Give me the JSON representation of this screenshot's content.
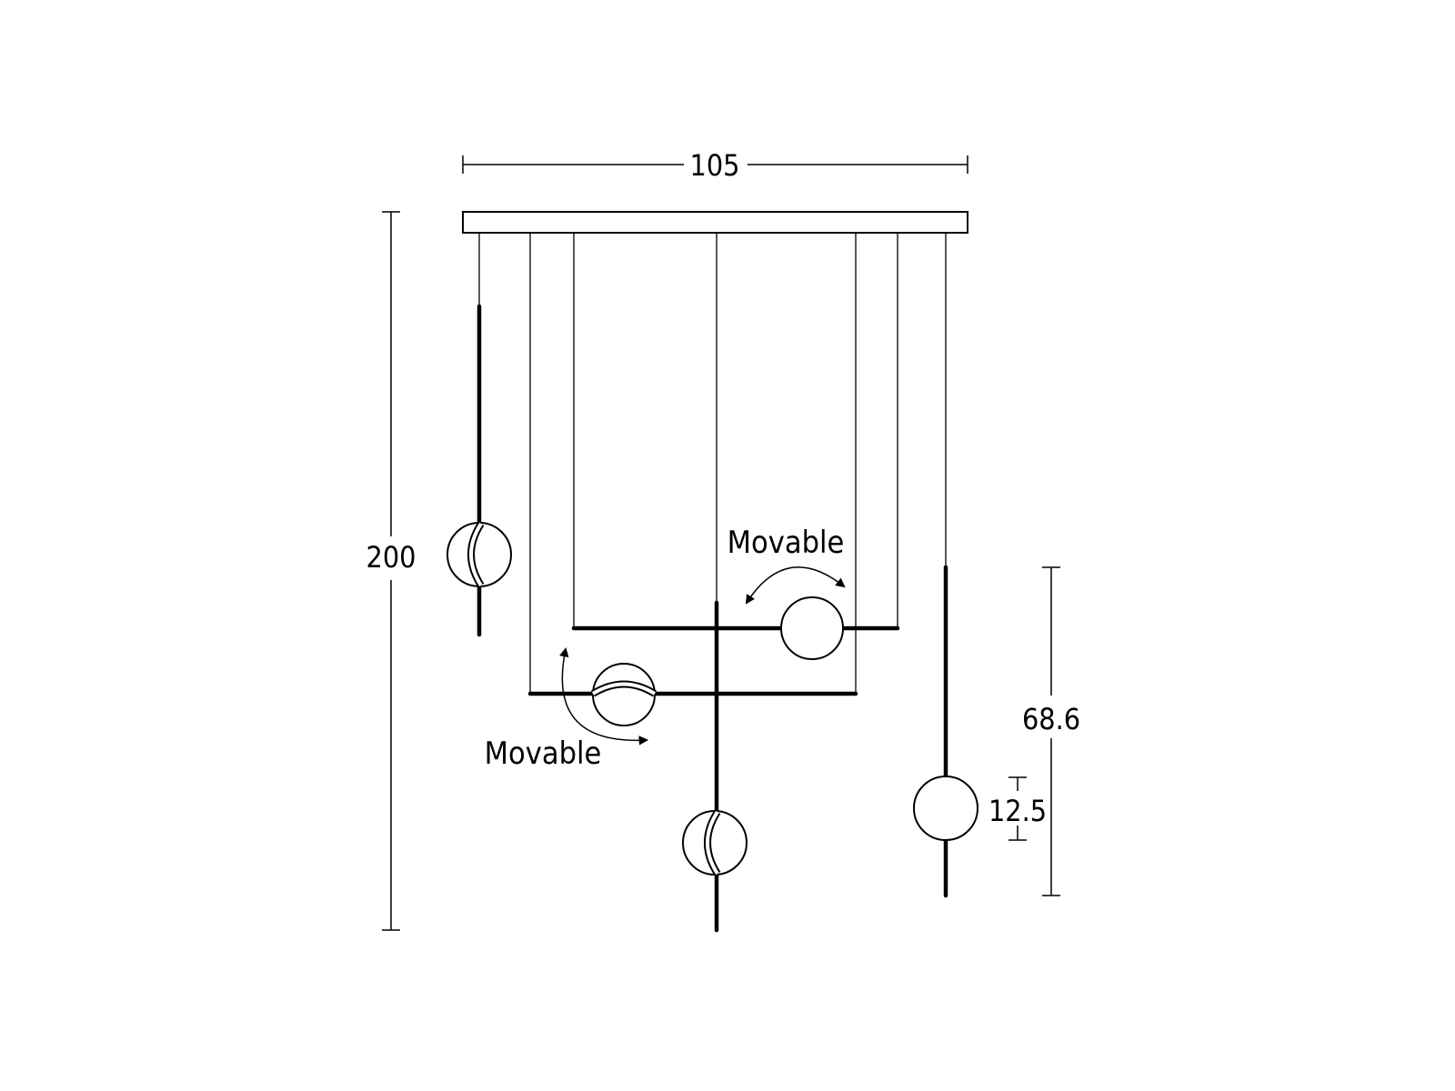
{
  "dimensions": {
    "width": "105",
    "height": "200",
    "lower_height": "68.6",
    "globe_diameter": "12.5"
  },
  "annotations": {
    "movable_upper": "Movable",
    "movable_lower": "Movable"
  },
  "colors": {
    "line": "#000000",
    "background": "#ffffff"
  }
}
